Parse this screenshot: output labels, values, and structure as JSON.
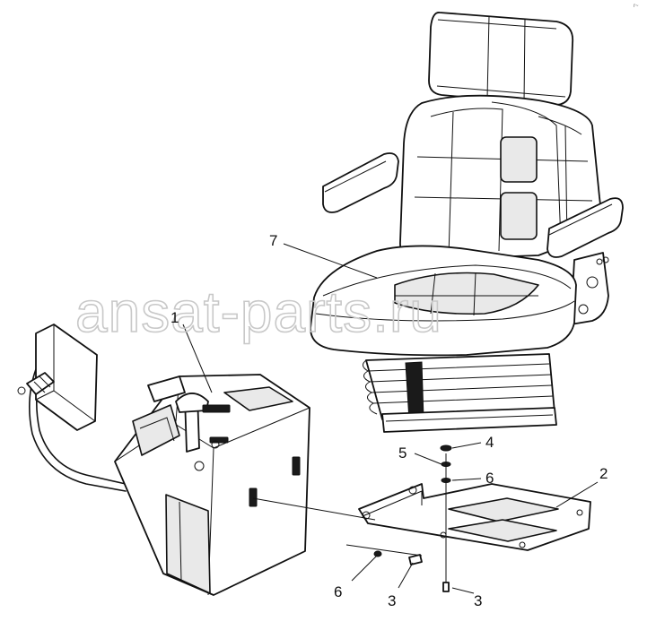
{
  "watermark": "ansat-parts.ru",
  "corner_mark": "r~",
  "callouts": {
    "c1": "1",
    "c2": "2",
    "c3a": "3",
    "c3b": "3",
    "c4": "4",
    "c5": "5",
    "c6a": "6",
    "c6b": "6",
    "c7": "7"
  }
}
